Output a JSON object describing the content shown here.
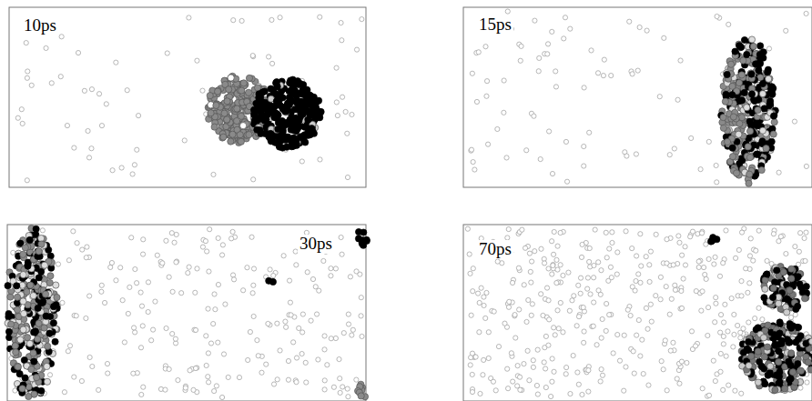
{
  "diagram": {
    "labels": [
      "10ps",
      "15ps",
      "30ps",
      "70ps"
    ]
  }
}
